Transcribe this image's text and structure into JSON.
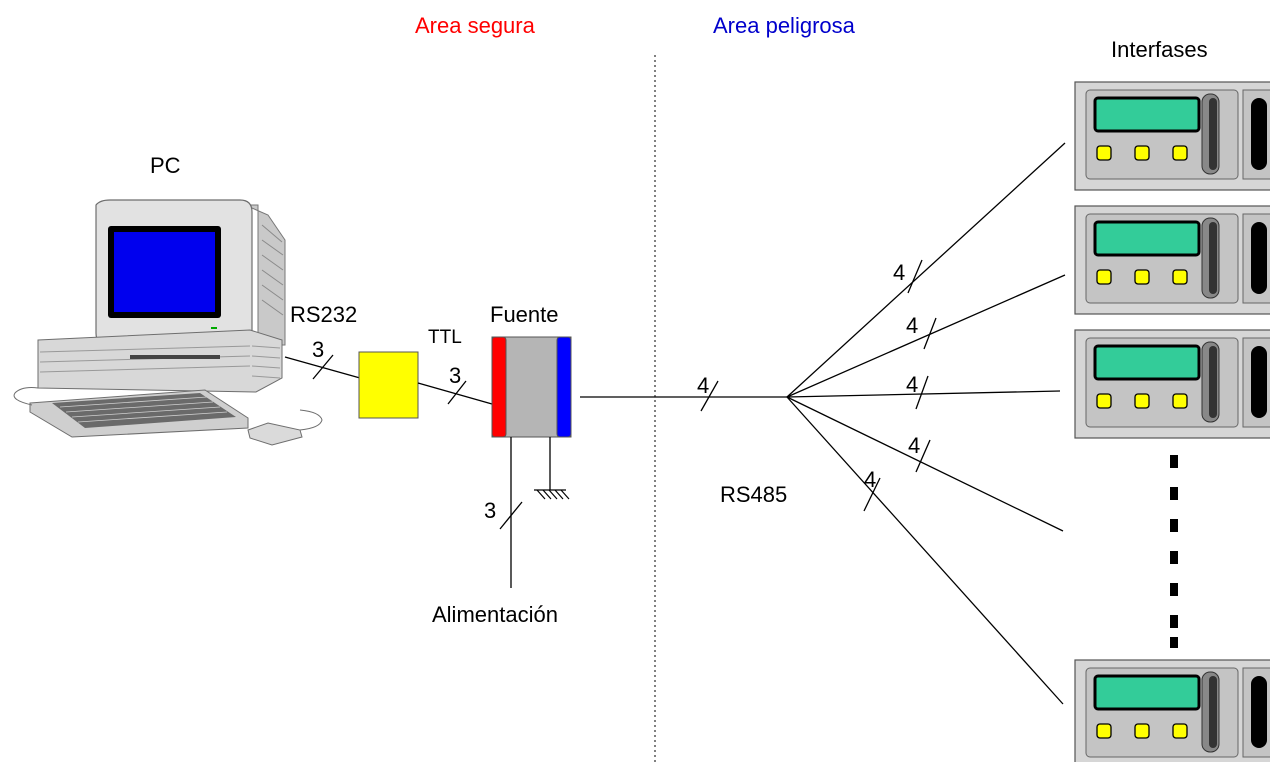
{
  "zones": {
    "safe_label": "Area segura",
    "safe_color": "#ff0000",
    "hazard_label": "Area peligrosa",
    "hazard_color": "#0000cc"
  },
  "labels": {
    "pc": "PC",
    "rs232": "RS232",
    "ttl": "TTL",
    "fuente": "Fuente",
    "rs485": "RS485",
    "alimentacion": "Alimentación",
    "interfases": "Interfases"
  },
  "wire_counts": {
    "rs232": "3",
    "ttl": "3",
    "power": "3",
    "rs485_trunk": "4",
    "branches": [
      "4",
      "4",
      "4",
      "4",
      "4"
    ]
  },
  "colors": {
    "converter": "#ffff00",
    "fuente_body": "#b5b5b5",
    "fuente_left": "#ff0000",
    "fuente_right": "#0000ff",
    "screen": "#0000ee",
    "display": "#33cc99",
    "button": "#ffff00",
    "panel": "#d6d6d6"
  },
  "icons": [
    "pc-computer-icon",
    "converter-box-icon",
    "fuente-power-supply-icon",
    "ground-symbol-icon",
    "interface-panel-icon"
  ]
}
